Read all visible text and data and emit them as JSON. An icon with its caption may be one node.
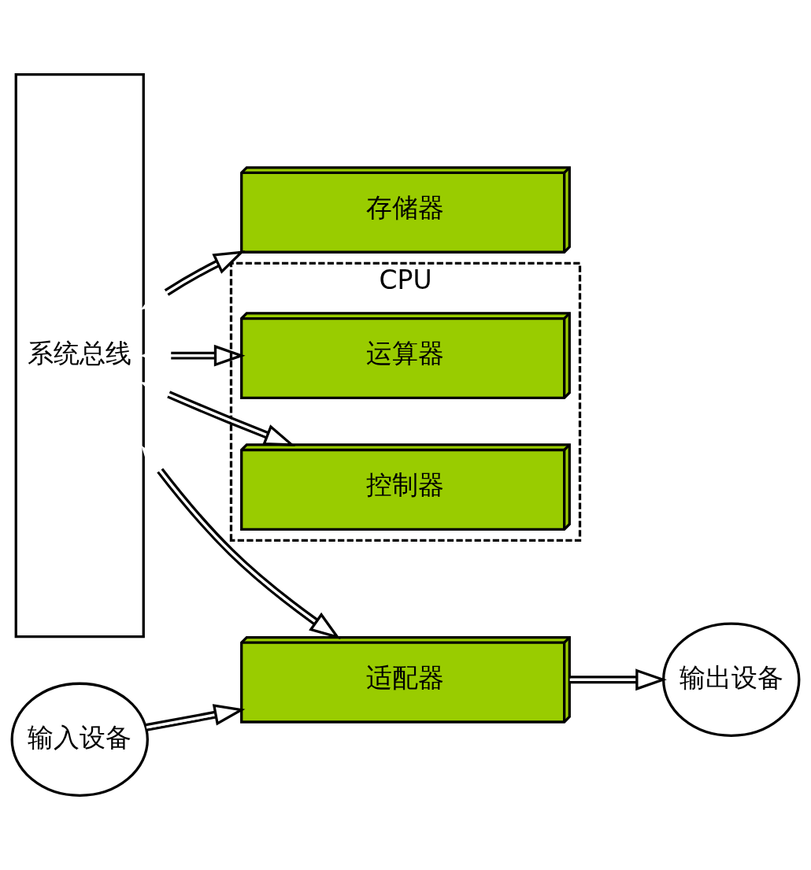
{
  "diagram": {
    "nodes": [
      {
        "text": [
          "系统总线"
        ]
      },
      {
        "text": [
          "存储器"
        ]
      },
      {
        "text": [
          "CPU"
        ]
      },
      {
        "text": [
          "运算器"
        ],
        "in": 2
      },
      {
        "text": [
          "控制器"
        ],
        "in": 2
      },
      {
        "text": [
          "适配器"
        ]
      },
      {
        "text": [
          "输入设备"
        ]
      },
      {
        "text": [
          "输出设备"
        ]
      }
    ],
    "edges": [
      {
        "from": 0,
        "to": 1,
        "arrow": "both"
      },
      {
        "from": 0,
        "to": 3,
        "arrow": "both"
      },
      {
        "from": 0,
        "to": 4,
        "arrow": "both"
      },
      {
        "from": 0,
        "to": 5,
        "arrow": "both"
      },
      {
        "from": 6,
        "to": 5,
        "arrow": "to"
      },
      {
        "from": 5,
        "to": 7,
        "arrow": "to"
      }
    ]
  }
}
